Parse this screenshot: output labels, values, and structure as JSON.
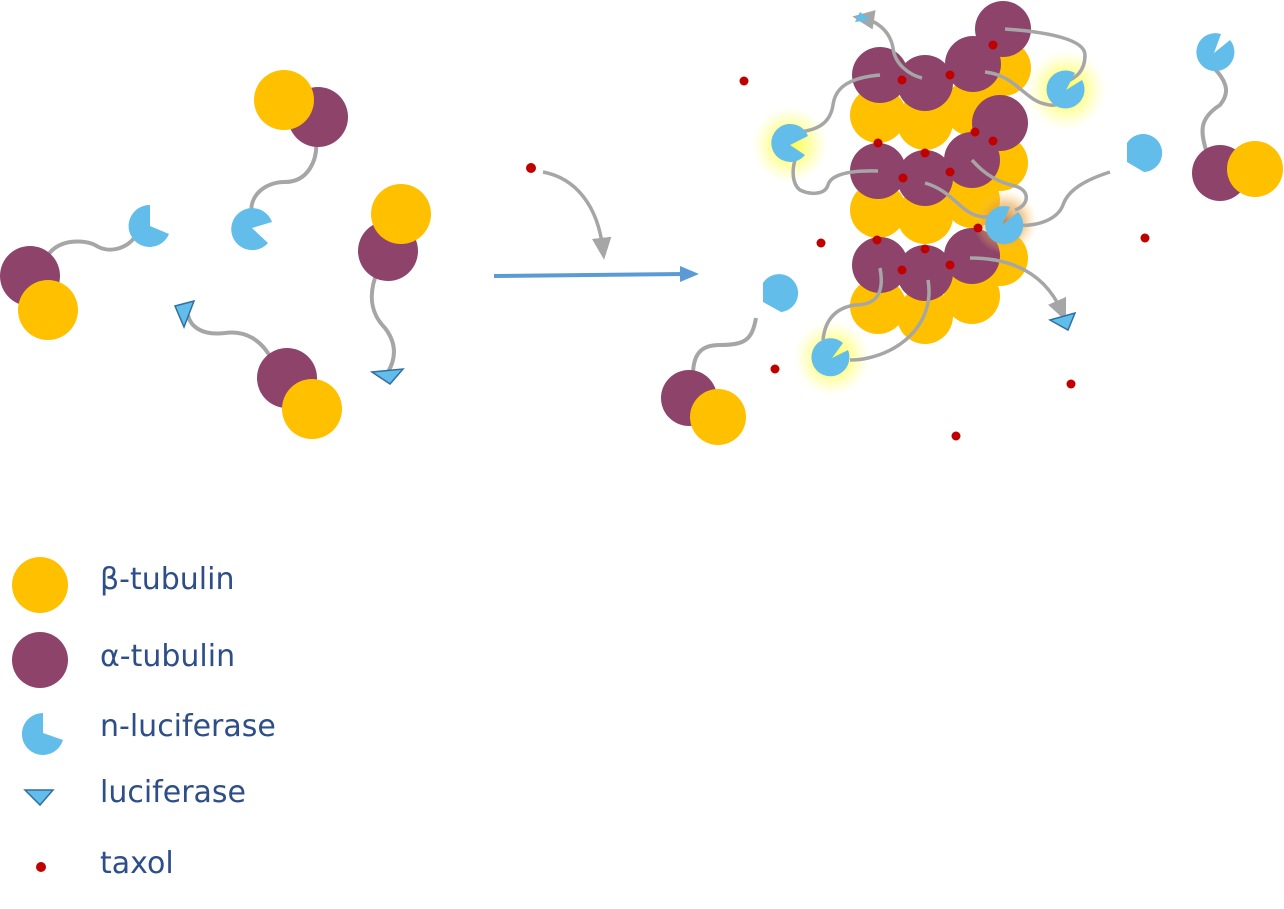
{
  "colors": {
    "beta_tubulin": "#ffc000",
    "alpha_tubulin": "#8e436b",
    "luciferase": "#63bdeb",
    "taxol": "#c00000",
    "linker": "#a6a6a6",
    "arrow": "#5b9bd5",
    "glow": "#ffff66",
    "label": "#2e4e88"
  },
  "legend": {
    "beta_tubulin": {
      "label": "β-tubulin",
      "icon": "beta-tubulin-icon"
    },
    "alpha_tubulin": {
      "label": "α-tubulin",
      "icon": "alpha-tubulin-icon"
    },
    "n_luciferase": {
      "label": "n-luciferase",
      "icon": "n-luciferase-icon"
    },
    "luciferase": {
      "label": "luciferase",
      "icon": "luciferase-icon"
    },
    "taxol": {
      "label": "taxol",
      "icon": "taxol-icon"
    }
  }
}
